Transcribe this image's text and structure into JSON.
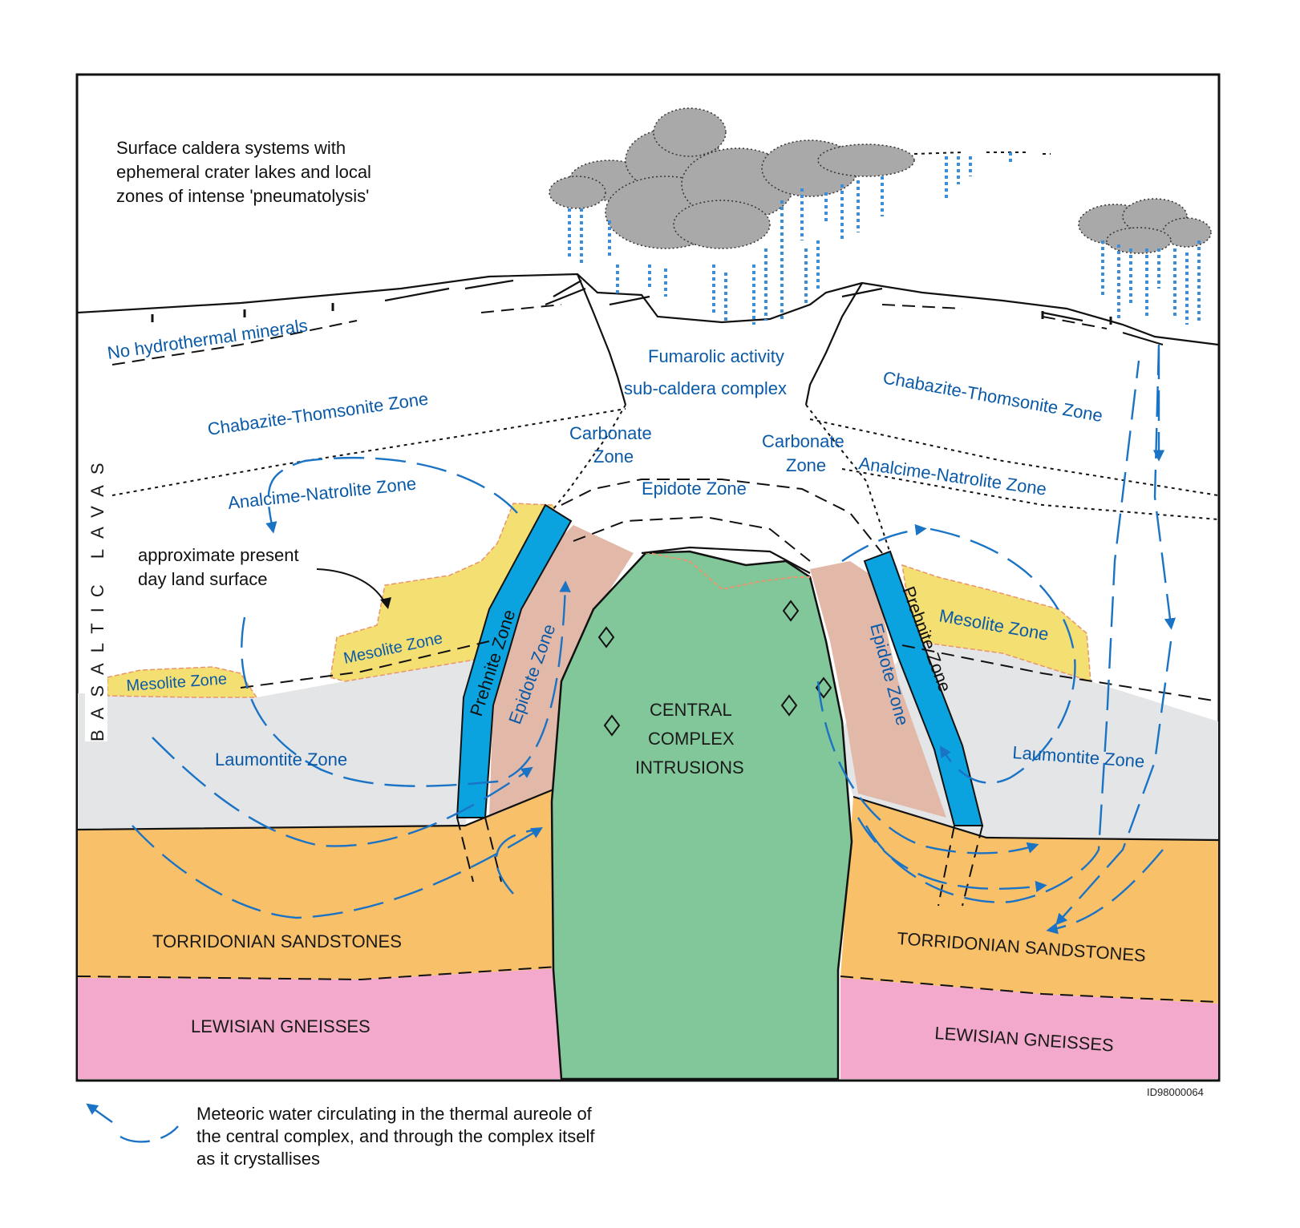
{
  "caption_top": {
    "line1": "Surface caldera systems with",
    "line2": "ephemeral crater lakes and local",
    "line3": "zones of intense 'pneumatolysis'"
  },
  "side_label": "BASALTIC LAVAS",
  "zones": {
    "no_hydro": "No hydrothermal minerals",
    "fumarolic_1": "Fumarolic activity",
    "fumarolic_2": "sub-caldera complex",
    "chabazite_left": "Chabazite-Thomsonite Zone",
    "chabazite_right": "Chabazite-Thomsonite Zone",
    "carbonate_left_1": "Carbonate",
    "carbonate_left_2": "Zone",
    "carbonate_right_1": "Carbonate",
    "carbonate_right_2": "Zone",
    "epidote_top": "Epidote Zone",
    "analcime_left": "Analcime-Natrolite Zone",
    "analcime_right": "Analcime-Natrolite Zone",
    "present_day_1": "approximate present",
    "present_day_2": "day land surface",
    "mesolite_far_left": "Mesolite Zone",
    "mesolite_left": "Mesolite Zone",
    "mesolite_right": "Mesolite Zone",
    "prehnite_left": "Prehnite Zone",
    "prehnite_right": "Prehnite Zone",
    "epidote_left": "Epidote Zone",
    "epidote_right": "Epidote Zone",
    "laumontite_left": "Laumontite Zone",
    "laumontite_right": "Laumontite Zone",
    "central_1": "CENTRAL",
    "central_2": "COMPLEX",
    "central_3": "INTRUSIONS",
    "torridonian_left": "TORRIDONIAN SANDSTONES",
    "torridonian_right": "TORRIDONIAN SANDSTONES",
    "lewisian_left": "LEWISIAN GNEISSES",
    "lewisian_right": "LEWISIAN GNEISSES"
  },
  "figure_id": "ID98000064",
  "legend": {
    "line1": "Meteoric water circulating in the thermal aureole of",
    "line2": "the central complex, and through the complex itself",
    "line3": "as it crystallises"
  },
  "colors": {
    "gneiss": "#f2a9cc",
    "sandstone": "#f9c06a",
    "laumontite": "#e4e5e7",
    "mesolite": "#f4df72",
    "prehnite": "#0aa3e0",
    "epidote": "#e2b9a8",
    "intrusion": "#82c79a",
    "flow": "#1a73c4",
    "cloud": "#a9a9a9"
  }
}
